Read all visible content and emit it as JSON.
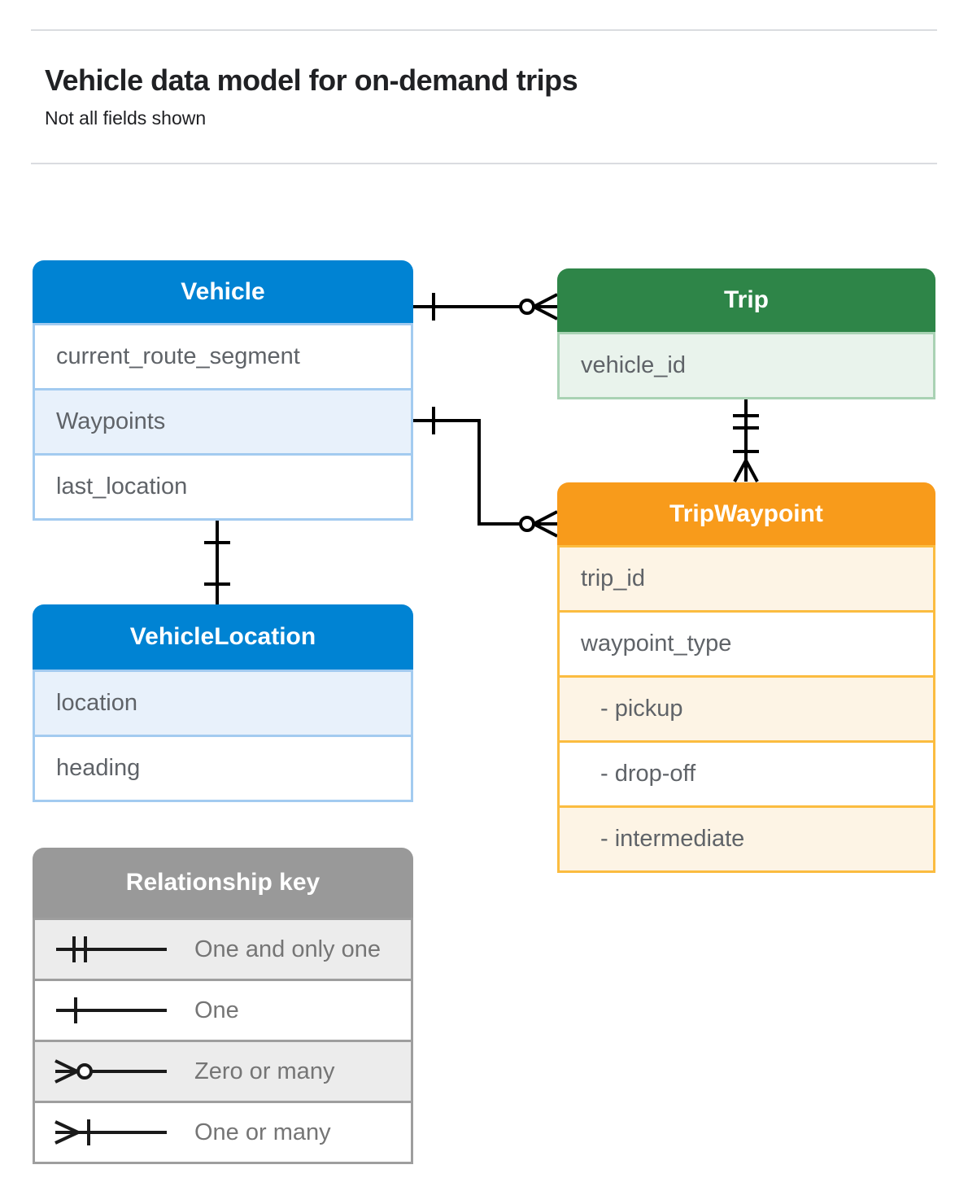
{
  "page": {
    "title": "Vehicle data model for on-demand trips",
    "subtitle": "Not all fields shown"
  },
  "entities": {
    "vehicle": {
      "title": "Vehicle",
      "fields": [
        "current_route_segment",
        "Waypoints",
        "last_location"
      ]
    },
    "trip": {
      "title": "Trip",
      "fields": [
        "vehicle_id"
      ]
    },
    "tripWaypoint": {
      "title": "TripWaypoint",
      "fields": [
        "trip_id",
        "waypoint_type",
        "- pickup",
        "- drop-off",
        "- intermediate"
      ]
    },
    "vehicleLocation": {
      "title": "VehicleLocation",
      "fields": [
        "location",
        "heading"
      ]
    }
  },
  "legend": {
    "title": "Relationship key",
    "items": [
      {
        "symbol": "one-and-only-one-icon",
        "label": "One and only one"
      },
      {
        "symbol": "one-icon",
        "label": "One"
      },
      {
        "symbol": "zero-or-many-icon",
        "label": "Zero or many"
      },
      {
        "symbol": "one-or-many-icon",
        "label": "One or many"
      }
    ]
  },
  "relationships": [
    {
      "from": "Vehicle",
      "to": "Trip",
      "from_end": "one",
      "to_end": "zero or many"
    },
    {
      "from": "Vehicle.Waypoints",
      "to": "TripWaypoint",
      "from_end": "one",
      "to_end": "zero or many"
    },
    {
      "from": "Trip",
      "to": "TripWaypoint",
      "from_end": "one and only one",
      "to_end": "one or many"
    },
    {
      "from": "Vehicle",
      "to": "VehicleLocation",
      "from_end": "one",
      "to_end": "one"
    }
  ],
  "colors": {
    "blue": "#0083d3",
    "blue-tint": "#e8f1fb",
    "blue-border": "#a3cbf0",
    "green": "#2e8548",
    "green-tint": "#e9f3ec",
    "green-border": "#a9d2b4",
    "orange": "#f89b1b",
    "orange-tint": "#fdf4e5",
    "orange-border": "#fbbc40",
    "gray": "#999999",
    "gray-tint": "#ececec",
    "gray-border": "#9e9e9e",
    "field-text": "#5f6368",
    "legend-text": "#757575",
    "ink": "#202124",
    "divider": "#dadce0",
    "line": "#000000"
  }
}
